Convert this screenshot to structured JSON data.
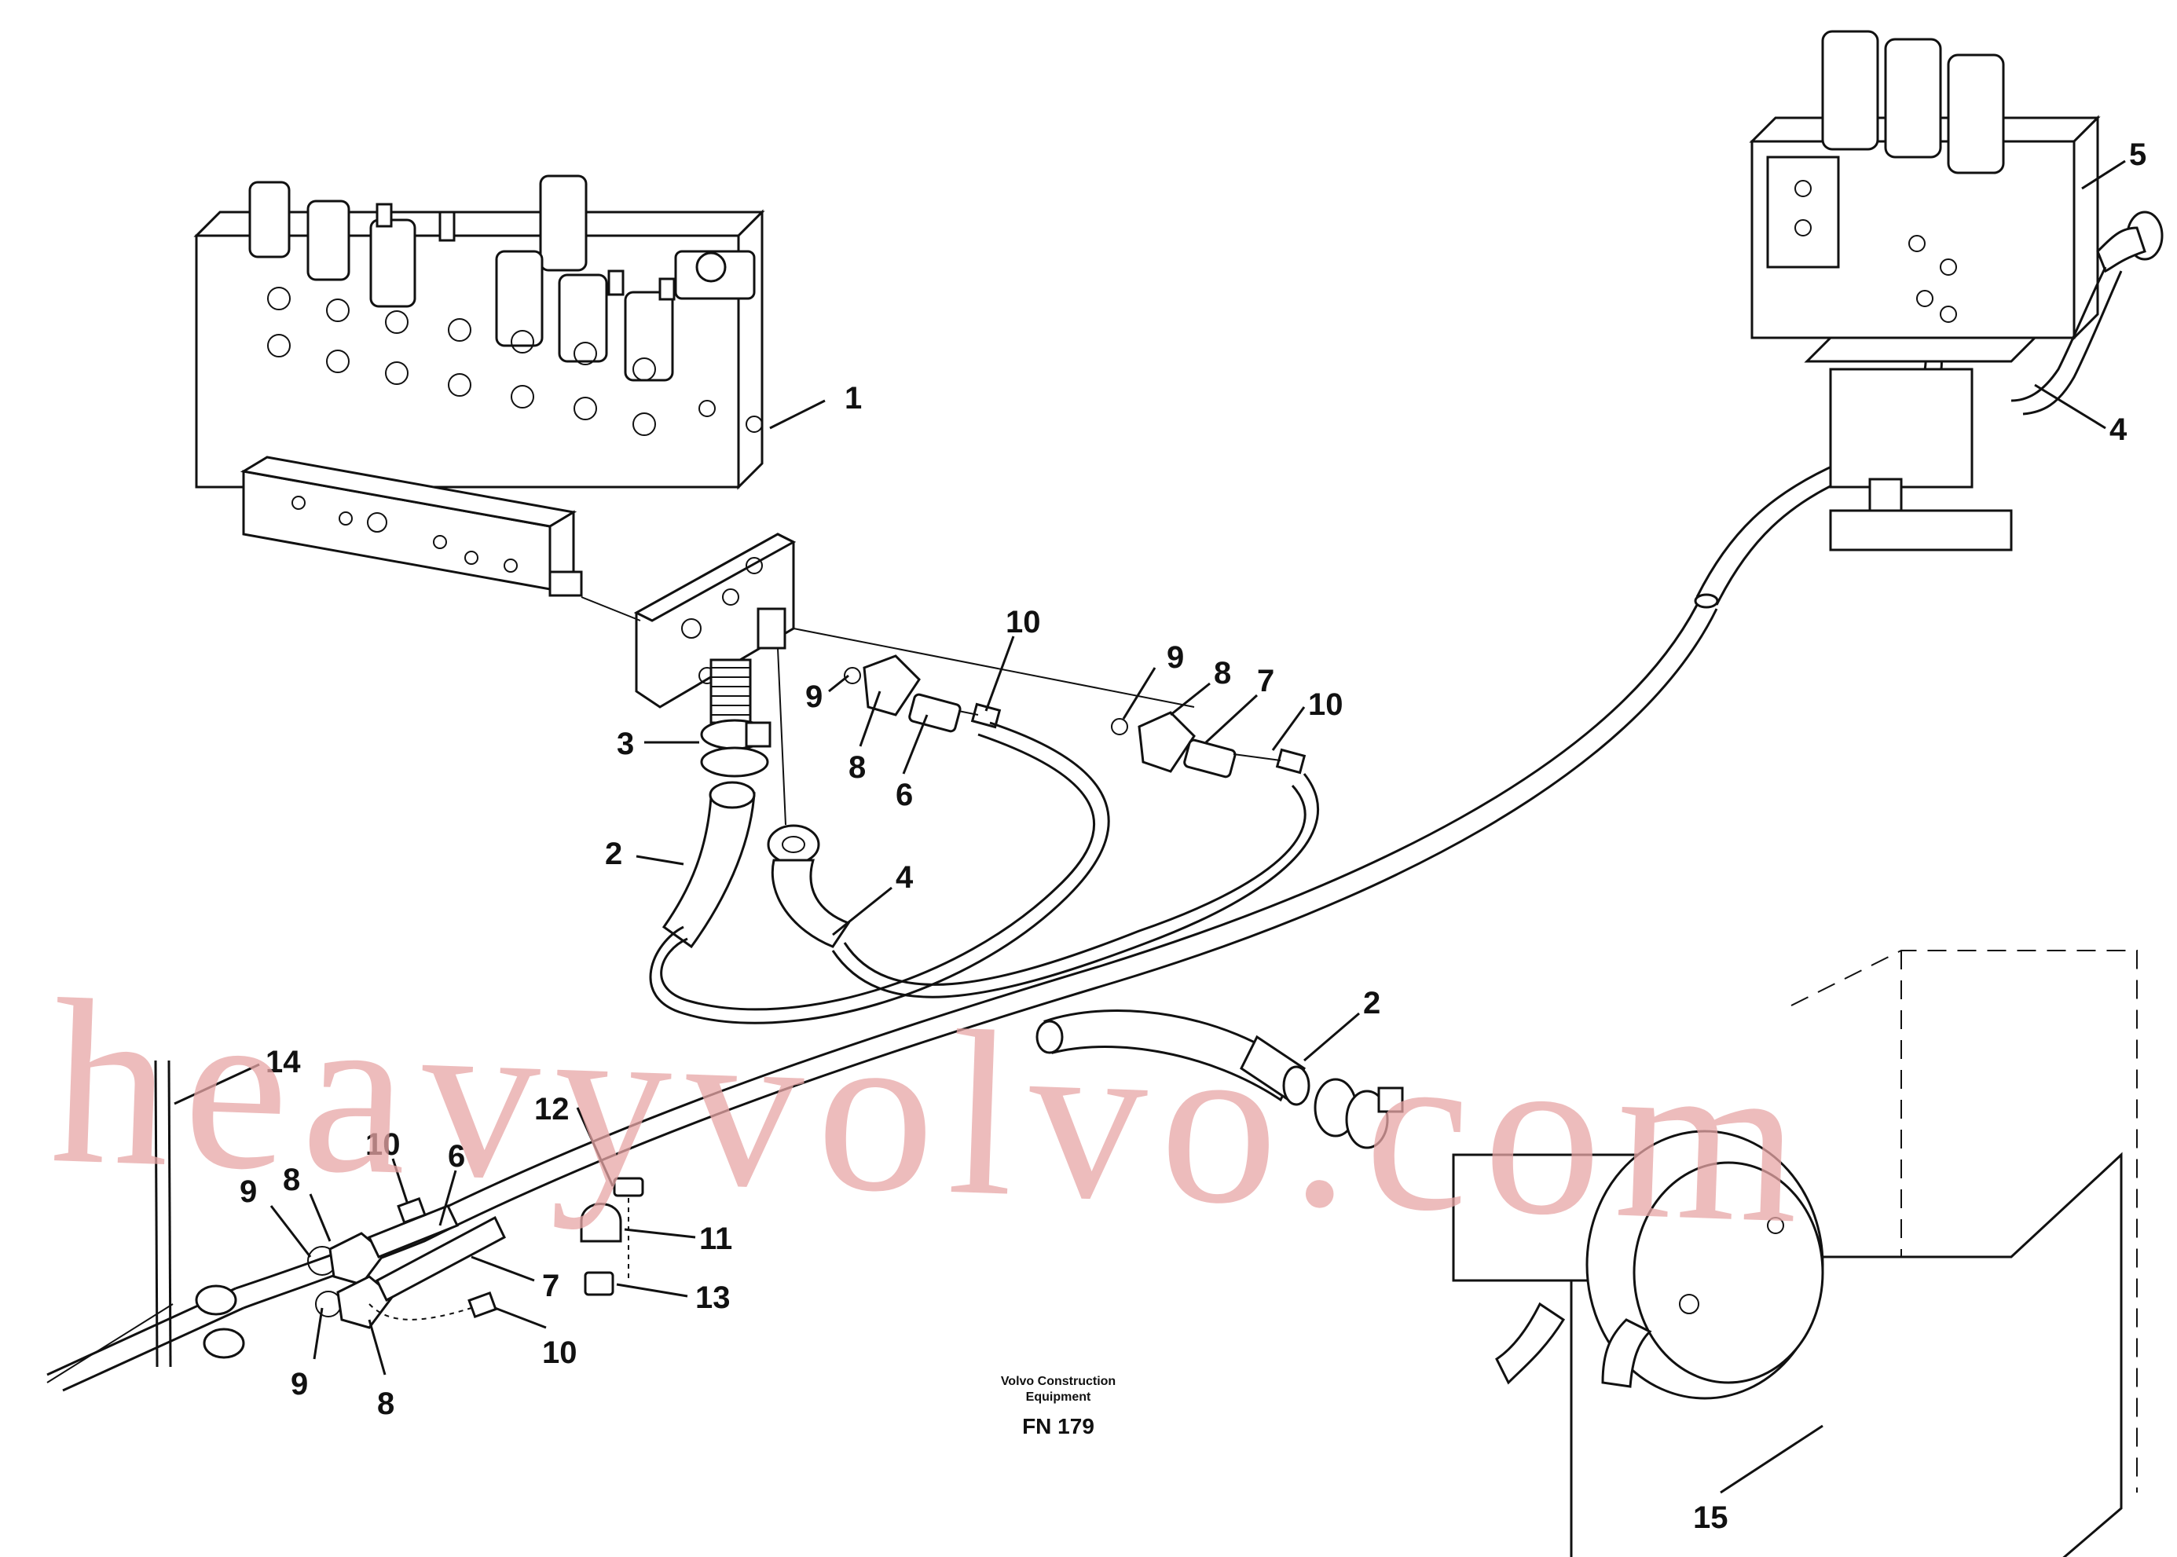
{
  "callouts": [
    {
      "id": "c1a",
      "text": "1"
    },
    {
      "id": "c2a",
      "text": "2"
    },
    {
      "id": "c2b",
      "text": "2"
    },
    {
      "id": "c3",
      "text": "3"
    },
    {
      "id": "c4a",
      "text": "4"
    },
    {
      "id": "c4b",
      "text": "4"
    },
    {
      "id": "c5",
      "text": "5"
    },
    {
      "id": "c6a",
      "text": "6"
    },
    {
      "id": "c6b",
      "text": "6"
    },
    {
      "id": "c7a",
      "text": "7"
    },
    {
      "id": "c7b",
      "text": "7"
    },
    {
      "id": "c8a",
      "text": "8"
    },
    {
      "id": "c8b",
      "text": "8"
    },
    {
      "id": "c8c",
      "text": "8"
    },
    {
      "id": "c8d",
      "text": "8"
    },
    {
      "id": "c9a",
      "text": "9"
    },
    {
      "id": "c9b",
      "text": "9"
    },
    {
      "id": "c9c",
      "text": "9"
    },
    {
      "id": "c9d",
      "text": "9"
    },
    {
      "id": "c10a",
      "text": "10"
    },
    {
      "id": "c10b",
      "text": "10"
    },
    {
      "id": "c10c",
      "text": "10"
    },
    {
      "id": "c10d",
      "text": "10"
    },
    {
      "id": "c11",
      "text": "11"
    },
    {
      "id": "c12",
      "text": "12"
    },
    {
      "id": "c13",
      "text": "13"
    },
    {
      "id": "c14",
      "text": "14"
    },
    {
      "id": "c15",
      "text": "15"
    }
  ],
  "footer": {
    "maker_line1": "Volvo Construction",
    "maker_line2": "Equipment",
    "figure_code": "FN 179"
  },
  "watermark": "heavyvolvo.com"
}
